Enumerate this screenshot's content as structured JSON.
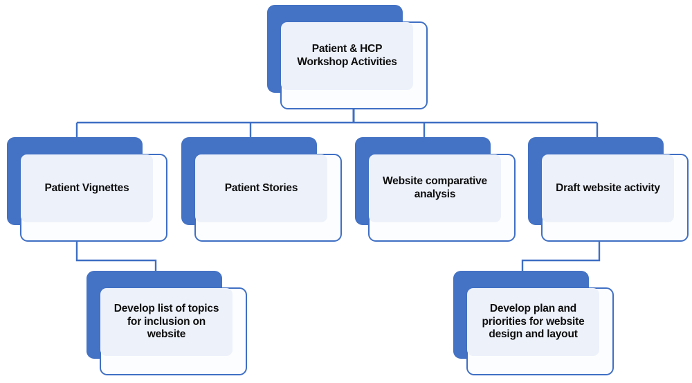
{
  "diagram": {
    "type": "organizational-hierarchy",
    "title": "Patient & HCP Workshop Activities",
    "colors": {
      "plate_blue": "#4472C4",
      "card_border": "#3F6FC4",
      "card_fill": "#FCFDFE",
      "inner_fill": "#EDF1FA",
      "connector": "#3F6FC4",
      "text": "#0D0D0D",
      "background": "#FFFFFF"
    },
    "levels": [
      {
        "level": 1,
        "nodes": [
          {
            "id": "root",
            "label": "Patient & HCP\nWorkshop Activities"
          }
        ]
      },
      {
        "level": 2,
        "nodes": [
          {
            "id": "patient-vignettes",
            "label": "Patient Vignettes"
          },
          {
            "id": "patient-stories",
            "label": "Patient Stories"
          },
          {
            "id": "website-comparative-analysis",
            "label": "Website comparative\nanalysis"
          },
          {
            "id": "draft-website-activity",
            "label": "Draft website activity"
          }
        ]
      },
      {
        "level": 3,
        "nodes": [
          {
            "id": "develop-list-of-topics",
            "label": "Develop list of topics\nfor inclusion on\nwebsite"
          },
          {
            "id": "develop-plan-and-priorities",
            "label": "Develop plan and\npriorities for website\ndesign and layout"
          }
        ]
      }
    ],
    "edges": [
      {
        "from": "root",
        "to": "patient-vignettes"
      },
      {
        "from": "root",
        "to": "patient-stories"
      },
      {
        "from": "root",
        "to": "website-comparative-analysis"
      },
      {
        "from": "root",
        "to": "draft-website-activity"
      },
      {
        "from": "patient-vignettes",
        "to": "develop-list-of-topics"
      },
      {
        "from": "draft-website-activity",
        "to": "develop-plan-and-priorities"
      }
    ]
  }
}
